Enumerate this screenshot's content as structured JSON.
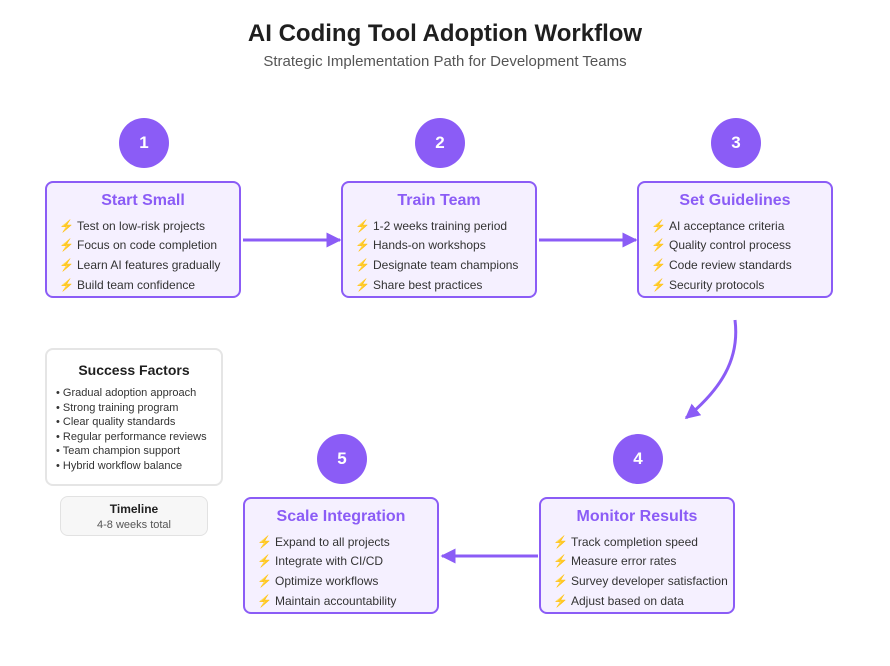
{
  "title": "AI Coding Tool Adoption Workflow",
  "subtitle": "Strategic Implementation Path for Development Teams",
  "bullet_icon": "lightning-bolt-icon",
  "colors": {
    "accent": "#8b5cf6",
    "card_bg": "#f5f0ff",
    "bolt": "#f07a2d"
  },
  "steps": [
    {
      "number": "1",
      "title": "Start Small",
      "items": [
        "Test on low-risk projects",
        "Focus on code completion",
        "Learn AI features gradually",
        "Build team confidence"
      ]
    },
    {
      "number": "2",
      "title": "Train Team",
      "items": [
        "1-2 weeks training period",
        "Hands-on workshops",
        "Designate team champions",
        "Share best practices"
      ]
    },
    {
      "number": "3",
      "title": "Set Guidelines",
      "items": [
        "AI acceptance criteria",
        "Quality control process",
        "Code review standards",
        "Security protocols"
      ]
    },
    {
      "number": "4",
      "title": "Monitor Results",
      "items": [
        "Track completion speed",
        "Measure error rates",
        "Survey developer satisfaction",
        "Adjust based on data"
      ]
    },
    {
      "number": "5",
      "title": "Scale Integration",
      "items": [
        "Expand to all projects",
        "Integrate with CI/CD",
        "Optimize workflows",
        "Maintain accountability"
      ]
    }
  ],
  "success_factors": {
    "title": "Success Factors",
    "items": [
      "• Gradual adoption approach",
      "• Strong training program",
      "• Clear quality standards",
      "• Regular performance reviews",
      "• Team champion support",
      "• Hybrid workflow balance"
    ]
  },
  "timeline": {
    "title": "Timeline",
    "value": "4-8 weeks total"
  }
}
